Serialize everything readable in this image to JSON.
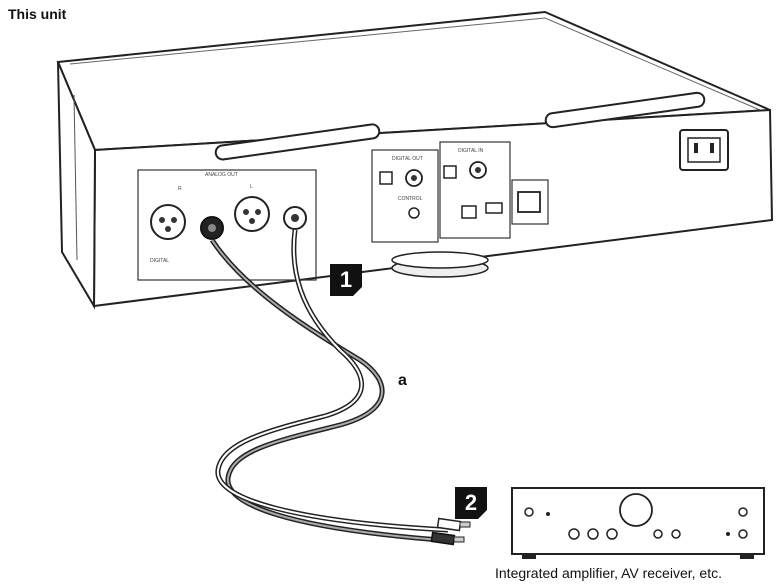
{
  "title": "This unit",
  "cable_letter": "a",
  "step_1": "1",
  "step_2": "2",
  "caption": "Integrated amplifier, AV receiver, etc."
}
